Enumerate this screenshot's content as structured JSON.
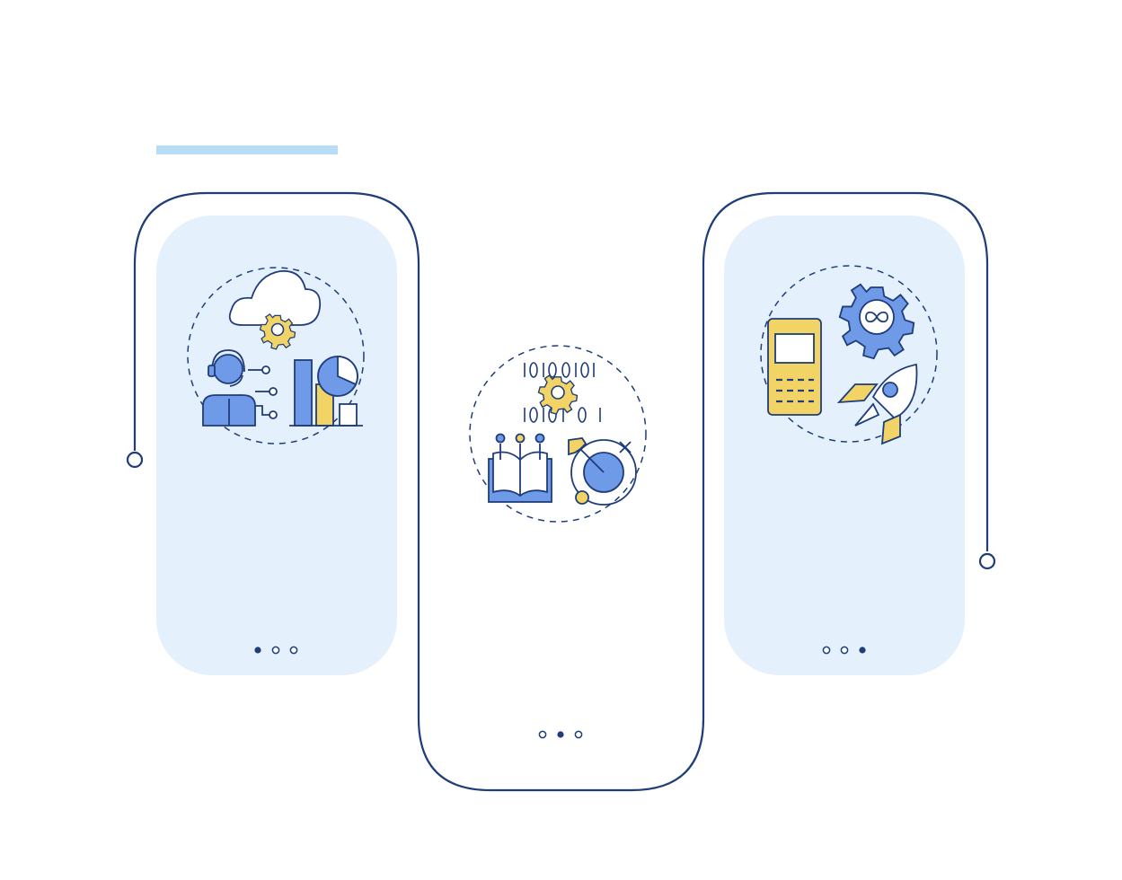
{
  "colors": {
    "navy": "#1f3d7a",
    "card_fill": "#e4f0fc",
    "header_bar": "#b8dcf5",
    "blue": "#6f9ae8",
    "yellow": "#f2d365",
    "white": "#ffffff"
  },
  "header_bar": {
    "visible": true
  },
  "steps": [
    {
      "id": "step-1",
      "card_filled": true,
      "frame": "top",
      "icon_set": [
        "cloud-icon",
        "gear-icon",
        "support-agent-icon",
        "bar-chart-icon",
        "pie-chart-icon"
      ],
      "active_dot": 1,
      "dot_count": 3
    },
    {
      "id": "step-2",
      "card_filled": false,
      "frame": "bottom",
      "icon_set": [
        "binary-code-icon",
        "gear-icon",
        "open-book-icon",
        "target-arrow-icon"
      ],
      "active_dot": 2,
      "dot_count": 3
    },
    {
      "id": "step-3",
      "card_filled": true,
      "frame": "top",
      "icon_set": [
        "calculator-icon",
        "infinity-gear-icon",
        "rocket-icon"
      ],
      "active_dot": 3,
      "dot_count": 3
    }
  ]
}
